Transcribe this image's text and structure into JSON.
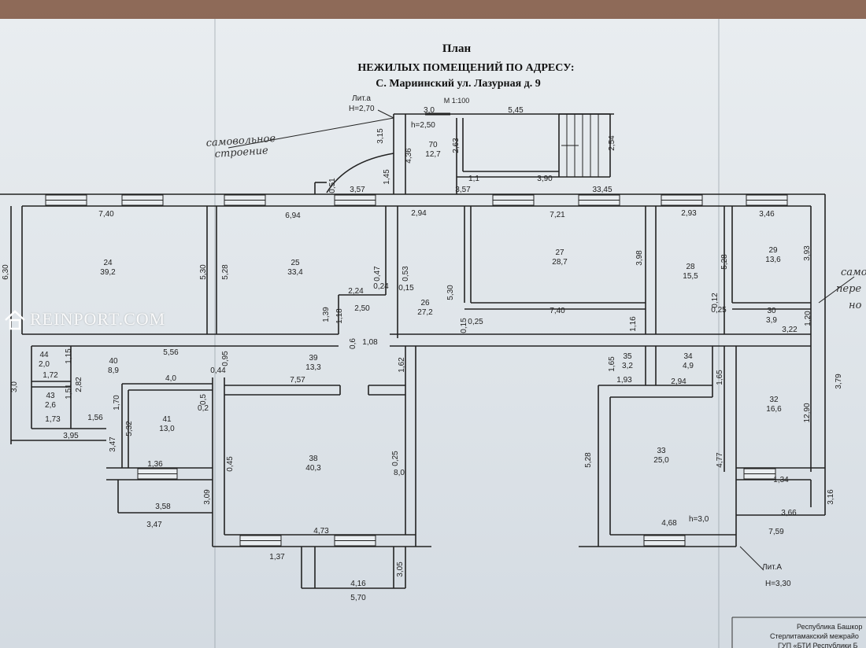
{
  "title": {
    "line1": "План",
    "line2": "НЕЖИЛЫХ ПОМЕЩЕНИЙ  ПО АДРЕСУ:",
    "line3": "С. Мариинский ул. Лазурная д. 9",
    "scale": "М 1:100"
  },
  "annotations": {
    "lit_a_small": "Лит.а",
    "h_lit_a_small": "Н=2,70",
    "standalone_1": "самовольное",
    "standalone_2": "строение",
    "right_note_1": "само",
    "right_note_2": "пере",
    "right_note_3": "но",
    "lit_a_big": "Лит.А",
    "h_lit_a_big": "Н=3,30",
    "h_250": "h=2,50",
    "h_30": "h=3,0"
  },
  "rooms": [
    {
      "no": "24",
      "area": "39,2"
    },
    {
      "no": "25",
      "area": "33,4"
    },
    {
      "no": "26",
      "area": "27,2"
    },
    {
      "no": "27",
      "area": "28,7"
    },
    {
      "no": "28",
      "area": "15,5"
    },
    {
      "no": "29",
      "area": "13,6"
    },
    {
      "no": "30",
      "area": "3,9"
    },
    {
      "no": "32",
      "area": "16,6"
    },
    {
      "no": "33",
      "area": "25,0"
    },
    {
      "no": "34",
      "area": "4,9"
    },
    {
      "no": "35",
      "area": "3,2"
    },
    {
      "no": "38",
      "area": "40,3"
    },
    {
      "no": "39",
      "area": "13,3"
    },
    {
      "no": "40",
      "area": "8,9"
    },
    {
      "no": "41",
      "area": "13,0"
    },
    {
      "no": "43",
      "area": "2,6"
    },
    {
      "no": "44",
      "area": "2,0"
    },
    {
      "no": "70",
      "area": "12,7"
    }
  ],
  "dimensions": [
    "3,0",
    "5,45",
    "2,63",
    "2,54",
    "3,15",
    "4,36",
    "1,45",
    "0,51",
    "3,57",
    "3,57",
    "1,1",
    "3,90",
    "33,45",
    "7,40",
    "6,94",
    "2,94",
    "7,21",
    "2,93",
    "3,46",
    "6,30",
    "5,30",
    "5,28",
    "0,47",
    "0,53",
    "0,24",
    "0,15",
    "5,30",
    "3,98",
    "5,28",
    "3,93",
    "2,24",
    "2,50",
    "1,39",
    "1,18",
    "0,12",
    "0,25",
    "1,20",
    "3,22",
    "7,40",
    "1,16",
    "0,15",
    "0,25",
    "5,56",
    "0,95",
    "1,08",
    "0,6",
    "1,15",
    "1,72",
    "2,82",
    "1,51",
    "4,0",
    "0,5",
    "0,2",
    "0,44",
    "7,57",
    "1,62",
    "1,65",
    "1,93",
    "2,94",
    "1,65",
    "3,0",
    "1,73",
    "1,56",
    "3,95",
    "1,70",
    "3,47",
    "5,32",
    "0,45",
    "0,25",
    "8,0",
    "5,28",
    "4,77",
    "12,90",
    "3,79",
    "1,36",
    "3,09",
    "3,58",
    "3,47",
    "1,34",
    "3,16",
    "3,66",
    "7,59",
    "4,73",
    "4,68",
    "1,37",
    "3,05",
    "4,16",
    "5,70"
  ],
  "stamp": {
    "line1": "Республика Башкор",
    "line2": "Стерлитамакский межрайо",
    "line3": "ГУП «БТИ  Республики Б"
  },
  "watermark": "REINPORT.COM"
}
